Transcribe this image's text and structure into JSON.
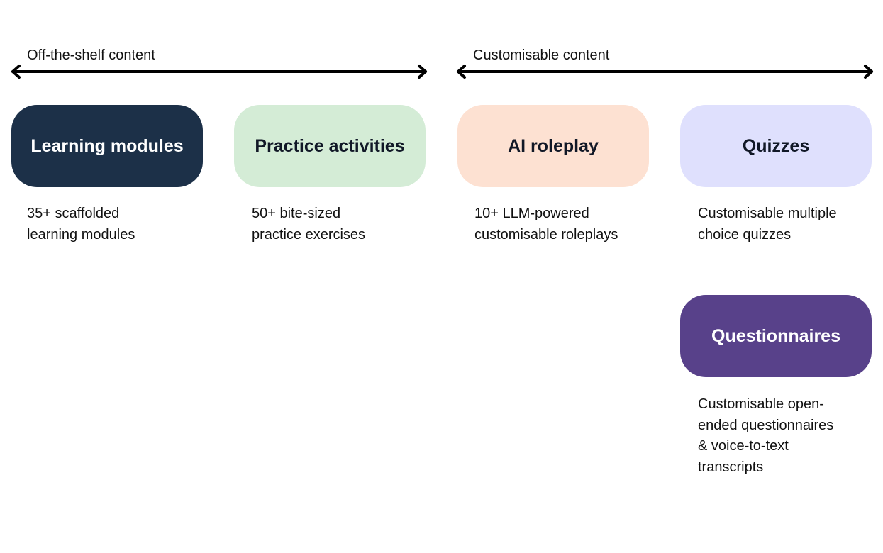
{
  "sections": [
    {
      "label": "Off-the-shelf content"
    },
    {
      "label": "Customisable content"
    }
  ],
  "cards": [
    {
      "title": "Learning modules",
      "description_lines": [
        "35+ scaffolded",
        "learning modules"
      ],
      "background": "#1c3048",
      "text_color": "#ffffff"
    },
    {
      "title": "Practice activities",
      "description_lines": [
        "50+ bite-sized",
        "practice exercises"
      ],
      "background": "#d4ecd6",
      "text_color": "#111827"
    },
    {
      "title": "AI roleplay",
      "description_lines": [
        "10+ LLM-powered",
        "customisable roleplays"
      ],
      "background": "#fde1d2",
      "text_color": "#111827"
    },
    {
      "title": "Quizzes",
      "description_lines": [
        "Customisable multiple",
        "choice quizzes"
      ],
      "background": "#dfe0fd",
      "text_color": "#111827"
    },
    {
      "title": "Questionnaires",
      "description_lines": [
        "Customisable open-",
        "ended questionnaires",
        "& voice-to-text",
        "transcripts"
      ],
      "background": "#58418a",
      "text_color": "#ffffff"
    }
  ]
}
